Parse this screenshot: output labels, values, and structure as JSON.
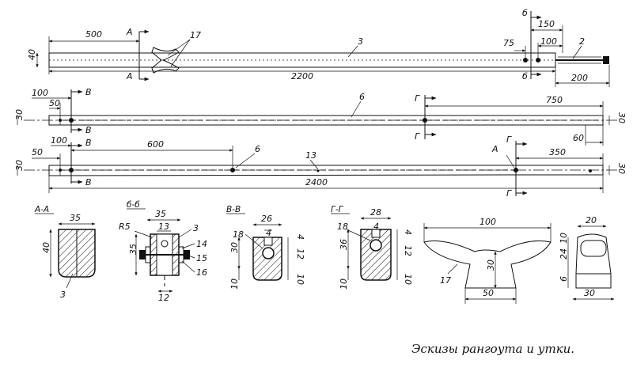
{
  "caption": "Эскизы рангоута и утки.",
  "rail1": {
    "height": "40",
    "len_500": "500",
    "len_75": "75",
    "len_150": "150",
    "len_100": "100",
    "len_200": "200",
    "total": "2200",
    "part_3": "3",
    "part_2": "2",
    "part_17": "17",
    "cut_a": "А",
    "cut_b": "б"
  },
  "rail2": {
    "height_left": "30",
    "height_right": "30",
    "len_100": "100",
    "len_50": "50",
    "len_750": "750",
    "len_60": "60",
    "part_6": "6",
    "cut_v": "В",
    "cut_g": "Г"
  },
  "rail3": {
    "height_left": "30",
    "height_right": "30",
    "len_50": "50",
    "len_100": "100",
    "len_600": "600",
    "len_350": "350",
    "total": "2400",
    "part_6": "6",
    "part_13": "13",
    "cut_v": "В",
    "cut_g": "Г",
    "mark_a": "А"
  },
  "sections": {
    "aa": {
      "title": "А-А",
      "width": "35",
      "height": "40",
      "part": "3"
    },
    "bb": {
      "title": "б-б",
      "width": "35",
      "height": "35",
      "r5": "R5",
      "w13": "13",
      "w12": "12",
      "p3": "3",
      "p14": "14",
      "p15": "15",
      "p16": "16"
    },
    "vv": {
      "title": "В-В",
      "width": "26",
      "h30": "30",
      "h10": "10",
      "p18": "18",
      "d4": "4",
      "d4r": "4",
      "d12": "12",
      "d10": "10"
    },
    "gg": {
      "title": "Г-Г",
      "width": "28",
      "h36": "36",
      "h10": "10",
      "p18": "18",
      "d4": "4",
      "d4r": "4",
      "d12": "12",
      "d10": "10"
    }
  },
  "cleat": {
    "len_100": "100",
    "h30": "30",
    "base_50": "50",
    "part_17": "17"
  },
  "cleat_side": {
    "w20": "20",
    "h10": "10",
    "h24": "24",
    "h6": "6",
    "base_30": "30"
  }
}
